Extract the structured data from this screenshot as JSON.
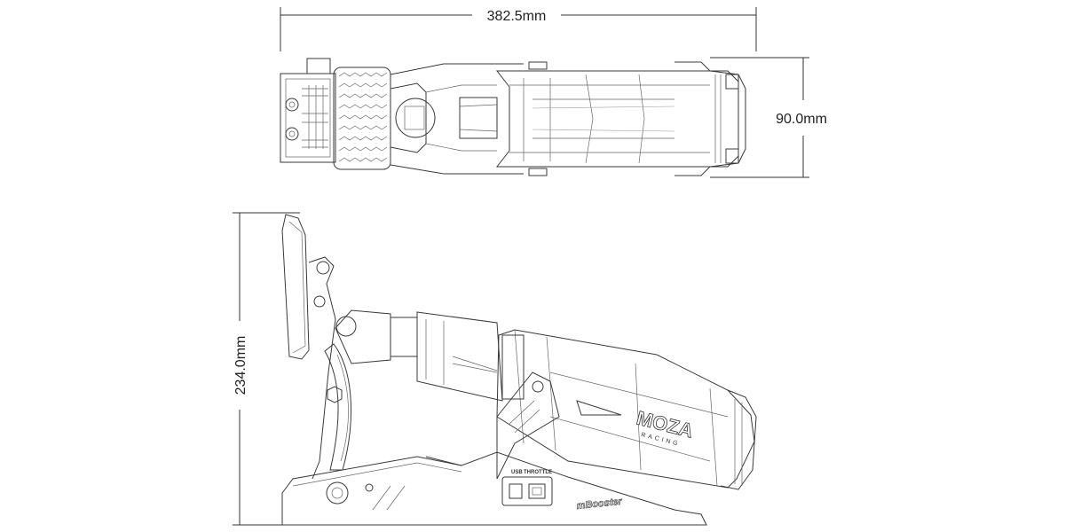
{
  "dimensions": {
    "length": "382.5mm",
    "width": "90.0mm",
    "height": "234.0mm"
  },
  "labels": {
    "brand": "MOZA",
    "brand_sub": "RACING",
    "model": "mBooster",
    "port_usb": "USB",
    "port_throttle": "THROTTLE"
  },
  "colors": {
    "line": "#3a3a3a",
    "text": "#222222"
  }
}
